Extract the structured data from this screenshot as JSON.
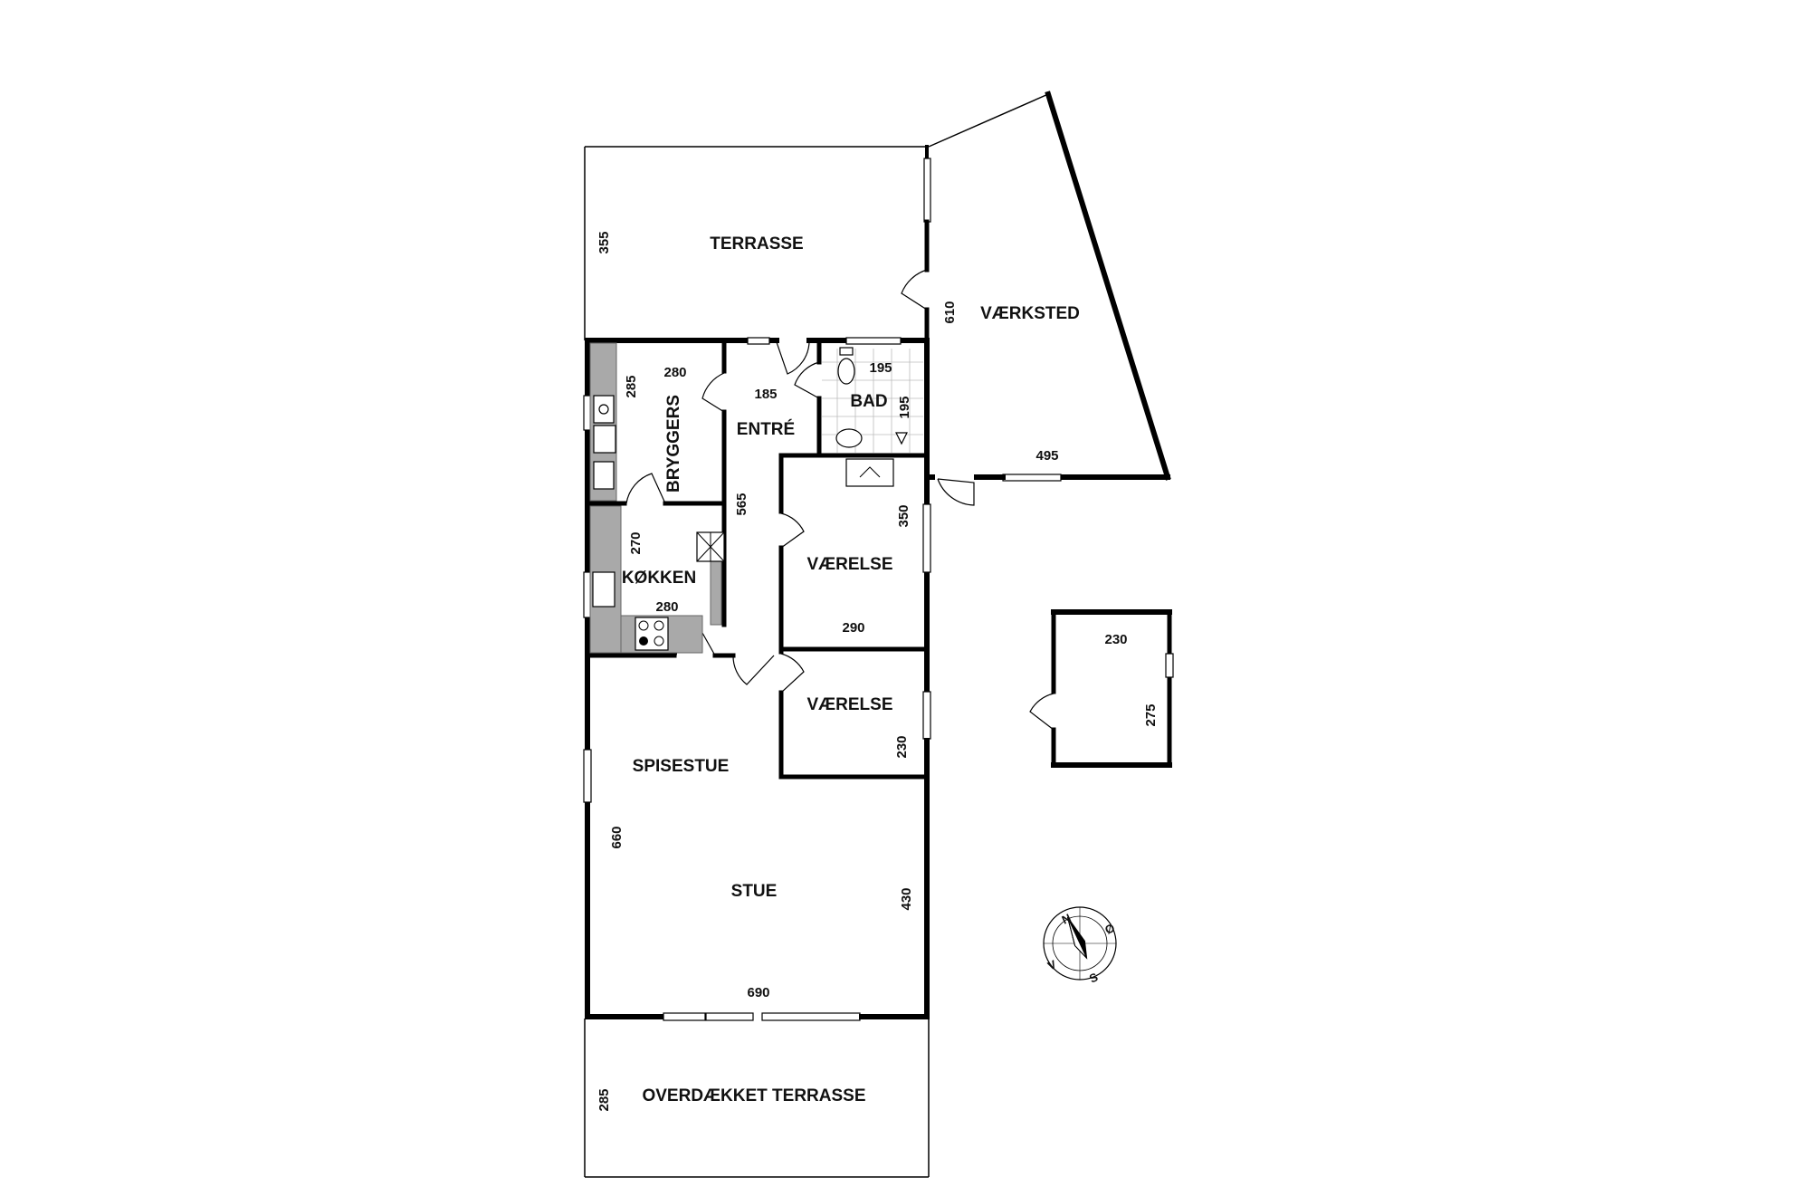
{
  "rooms": {
    "terrasse": "TERRASSE",
    "vaerksted": "VÆRKSTED",
    "bryggers": "BRYGGERS",
    "entre": "ENTRÉ",
    "bad": "BAD",
    "kokken": "KØKKEN",
    "vaerelse_1": "VÆRELSE",
    "vaerelse_2": "VÆRELSE",
    "spisestue": "SPISESTUE",
    "stue": "STUE",
    "overdaekket_terrasse": "OVERDÆKKET TERRASSE"
  },
  "dimensions": {
    "terrasse_h": "355",
    "vaerksted_v": "610",
    "vaerksted_h": "495",
    "bryggers_w": "280",
    "bryggers_h": "285",
    "entre_w": "185",
    "entre_h": "565",
    "bad_w": "195",
    "bad_h": "195",
    "kokken_h": "270",
    "kokken_w": "280",
    "vaerelse1_h": "350",
    "vaerelse1_w": "290",
    "vaerelse2_h": "230",
    "shed_w": "230",
    "shed_h": "275",
    "stue_left": "660",
    "stue_right": "430",
    "stue_w": "690",
    "overdaekket_h": "285"
  },
  "compass": {
    "north": "N",
    "east": "Ø",
    "south": "S",
    "west": "V"
  }
}
